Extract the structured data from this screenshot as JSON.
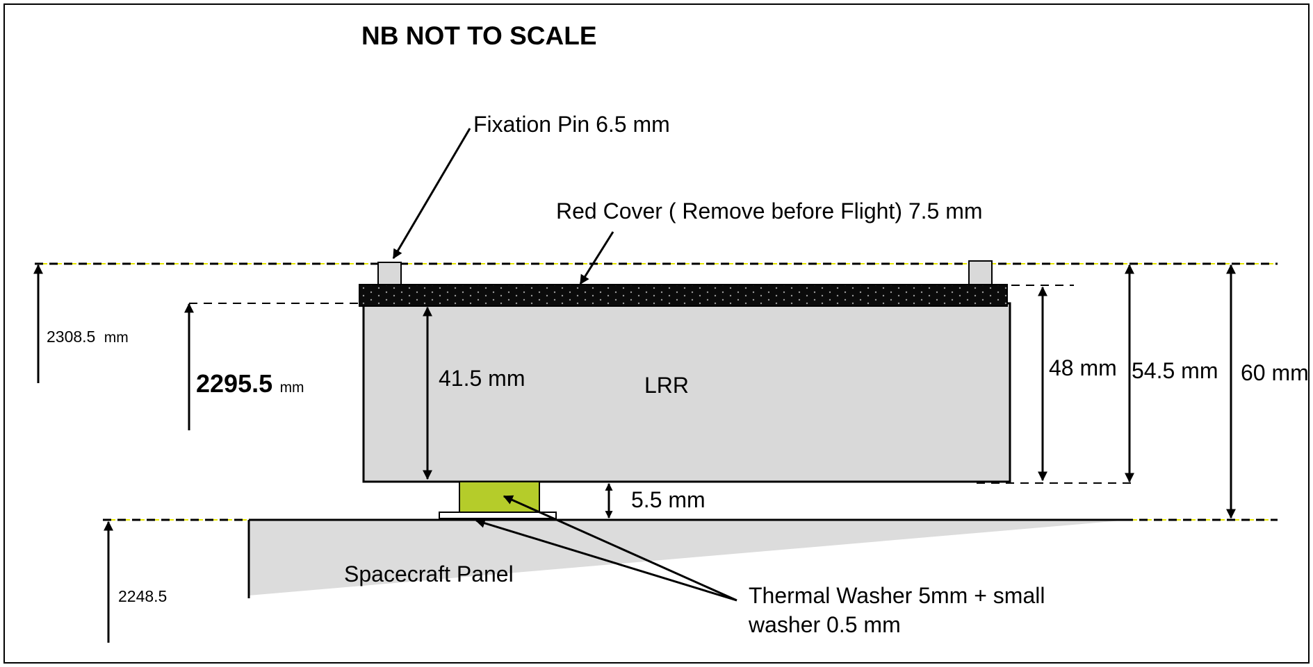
{
  "title": "NB NOT TO SCALE",
  "labels": {
    "fixation_pin": "Fixation Pin 6.5 mm",
    "red_cover": "Red Cover ( Remove before Flight) 7.5 mm",
    "lrr": "LRR",
    "spacecraft_panel": "Spacecraft Panel",
    "thermal_washer_line1": "Thermal Washer 5mm + small",
    "thermal_washer_line2": "washer 0.5 mm"
  },
  "dimensions": {
    "d_41_5": "41.5 mm",
    "d_48": "48 mm",
    "d_54_5": "54.5 mm",
    "d_60": "60 mm",
    "d_5_5": "5.5 mm"
  },
  "levels": {
    "top_value": "2308.5",
    "top_unit": "mm",
    "mid_value": "2295.5",
    "mid_unit": "mm",
    "bottom_value": "2248.5"
  },
  "colors": {
    "box_fill": "#d9d9d9",
    "panel_fill": "#dcdcdc",
    "washer_fill": "#b5cc2a",
    "cover_fill": "#0b0b0b",
    "guide_yellow": "#e8e800"
  }
}
